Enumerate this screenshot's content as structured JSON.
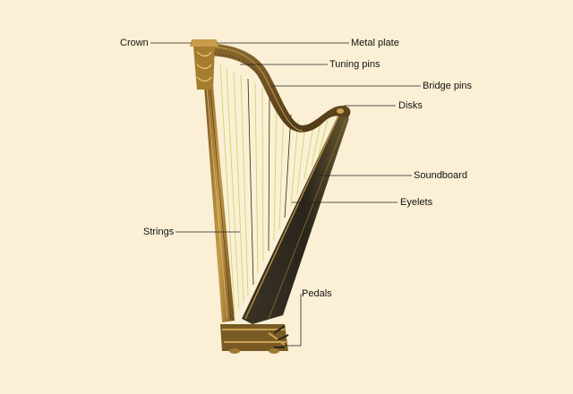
{
  "diagram": {
    "subject": "harp",
    "labels": {
      "crown": "Crown",
      "metal_plate": "Metal plate",
      "tuning_pins": "Tuning pins",
      "bridge_pins": "Bridge pins",
      "disks": "Disks",
      "soundboard": "Soundboard",
      "eyelets": "Eyelets",
      "strings": "Strings",
      "pedals": "Pedals"
    },
    "colors": {
      "background": "#fbf0d6",
      "wood": "#6b4a1e",
      "gilt": "#b8923a",
      "soundboard_dark": "#2f2a22",
      "strings": "#cfd66a"
    }
  }
}
